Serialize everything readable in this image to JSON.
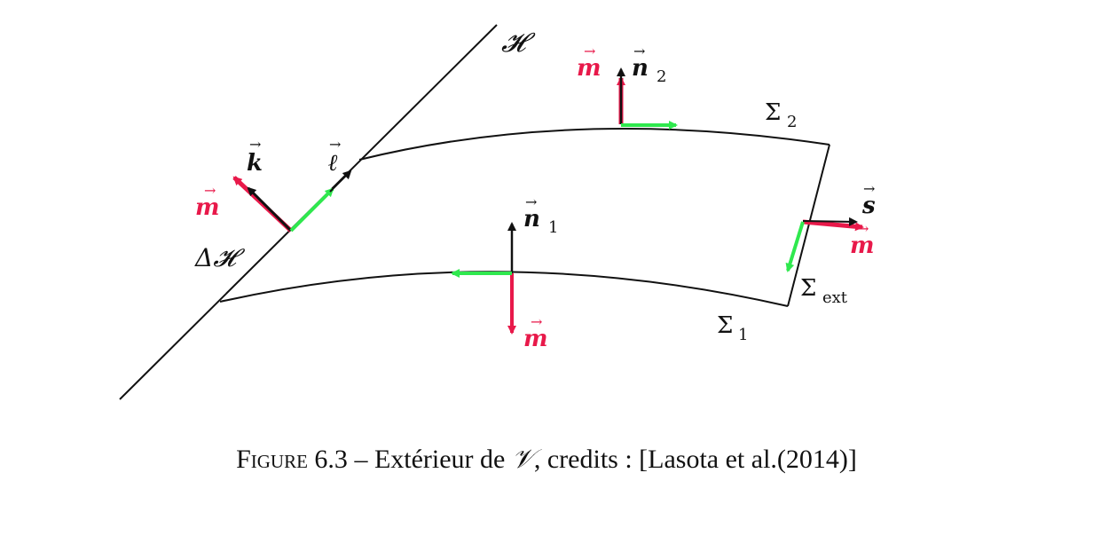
{
  "colors": {
    "line": "#111111",
    "red": "#e8194a",
    "green": "#2fe84e",
    "black": "#111111"
  },
  "labels": {
    "horizon": "𝓗",
    "delta_horizon": "Δ𝓗",
    "k": "k",
    "l": "ℓ",
    "m_left": "m",
    "n2": "n",
    "n2_sub": "2",
    "m_top": "m",
    "sigma2": "Σ",
    "sigma2_sub": "2",
    "n1": "n",
    "n1_sub": "1",
    "m_bottom": "m",
    "sigma1": "Σ",
    "sigma1_sub": "1",
    "s": "s",
    "m_right": "m",
    "sigma_ext": "Σ",
    "sigma_ext_sub": "ext"
  },
  "caption": {
    "figure": "Figure 6.3",
    "dash": " – Extérieur de ",
    "V": "𝒱",
    "rest": ", credits : [Lasota et al.(2014)]"
  }
}
